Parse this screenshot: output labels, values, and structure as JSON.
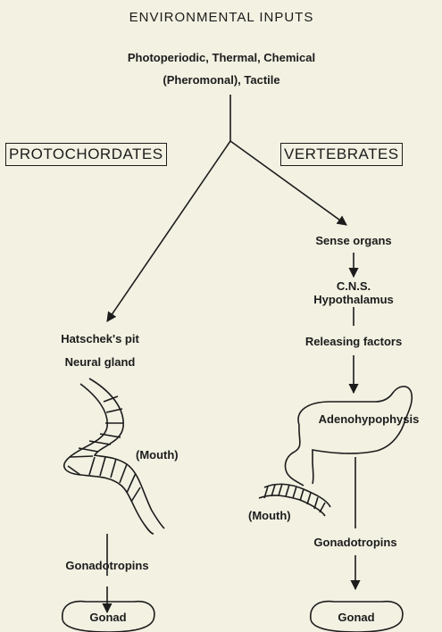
{
  "title": "ENVIRONMENTAL INPUTS",
  "inputs": [
    "Photoperiodic, Thermal, Chemical",
    "(Pheromonal), Tactile"
  ],
  "branches": {
    "left_label": "PROTOCHORDATES",
    "right_label": "VERTEBRATES"
  },
  "protochordates": {
    "node1": [
      "Hatschek's pit",
      "Neural gland"
    ],
    "mouth_label": "(Mouth)",
    "node2": "Gonadotropins",
    "node3": "Gonad"
  },
  "vertebrates": {
    "node1": "Sense organs",
    "node2": [
      "C.N.S.",
      "Hypothalamus"
    ],
    "node3": "Releasing factors",
    "node4": "Adenohypophysis",
    "mouth_label": "(Mouth)",
    "node5": "Gonadotropins",
    "node6": "Gonad"
  }
}
